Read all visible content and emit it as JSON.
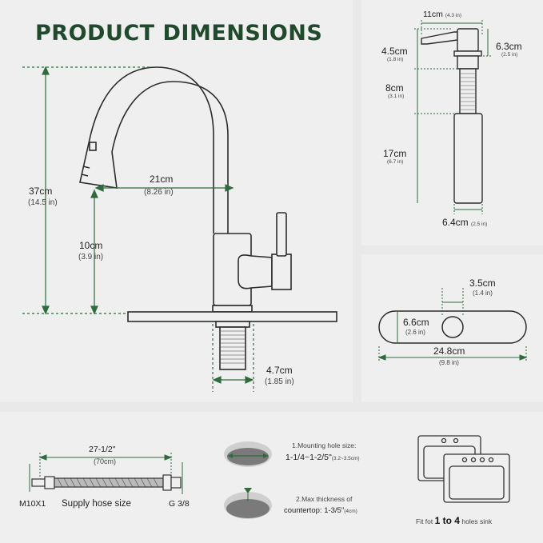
{
  "title": "PRODUCT DIMENSIONS",
  "faucet": {
    "height": "37cm",
    "height_in": "(14.5 in)",
    "reach": "21cm",
    "reach_in": "(8.26 in)",
    "spout_height": "10cm",
    "spout_height_in": "(3.9 in)",
    "shank_diameter": "4.7cm",
    "shank_diameter_in": "(1.85 in)"
  },
  "dispenser": {
    "spout_length": "11cm",
    "spout_length_in": "(4.3 in)",
    "head_height": "4.5cm",
    "head_height_in": "(1.8 in)",
    "cap_height": "6.3cm",
    "cap_height_in": "(2.5 in)",
    "shank_length": "8cm",
    "shank_length_in": "(3.1 in)",
    "bottle_length": "17cm",
    "bottle_length_in": "(6.7 in)",
    "bottle_diameter": "6.4cm",
    "bottle_diameter_in": "(2.5 in)"
  },
  "deck_plate": {
    "hole": "3.5cm",
    "hole_in": "(1.4 in)",
    "width": "6.6cm",
    "width_in": "(2.6 in)",
    "length": "24.8cm",
    "length_in": "(9.8 in)"
  },
  "hose": {
    "length": "27-1/2\"",
    "length_cm": "(70cm)",
    "thread_left": "M10X1",
    "label": "Supply hose size",
    "thread_right": "G 3/8"
  },
  "mounting": {
    "hole_title": "1.Mounting hole size:",
    "hole_value": "1-1/4~1-2/5\"",
    "hole_cm": "(3.2~3.5cm)",
    "thickness_title": "2.Max thickness of",
    "thickness_line2": "countertop:",
    "thickness_value": "1-3/5\"",
    "thickness_cm": "(4cm)"
  },
  "sink": {
    "prefix": "Fit fot",
    "range": "1 to 4",
    "suffix": "holes sink"
  },
  "colors": {
    "accent": "#1f4a2c",
    "dimension_line": "#2f6b3d",
    "metal": "#555555"
  }
}
